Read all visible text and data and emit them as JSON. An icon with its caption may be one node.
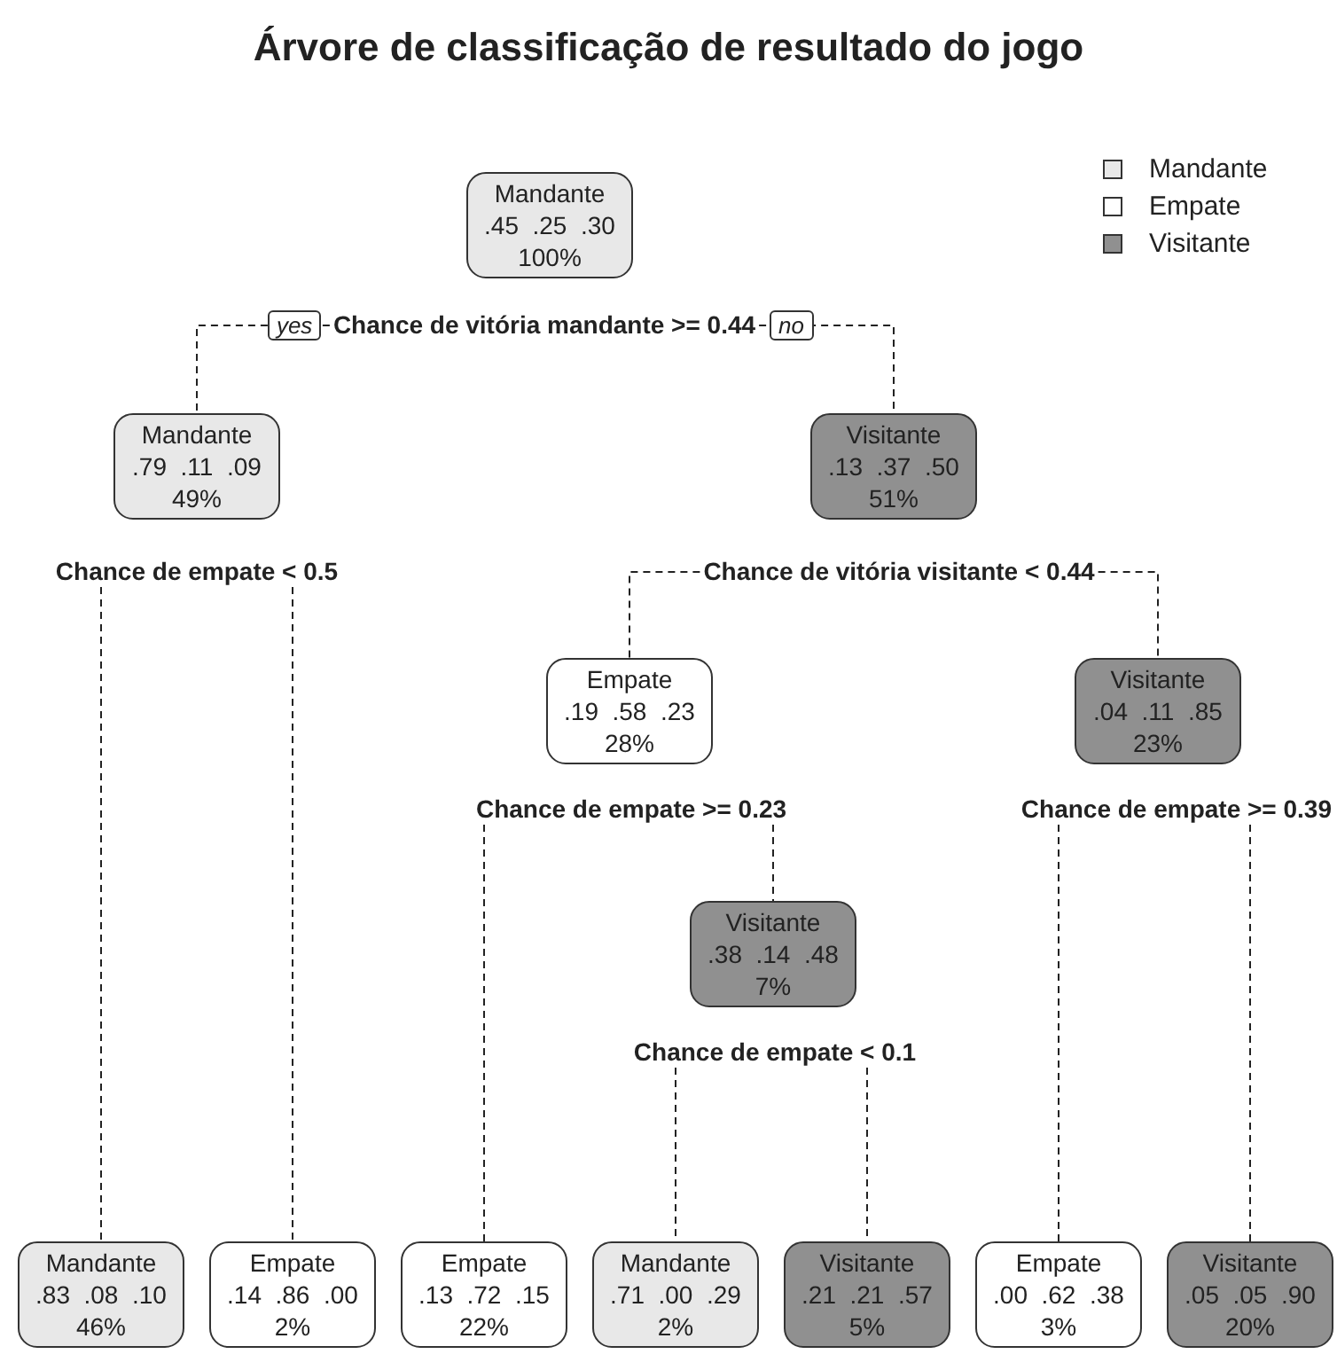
{
  "diagram": {
    "title": "Árvore de classificação de resultado do jogo",
    "nodes": [
      {
        "text": [
          "Mandante",
          ".45  .25  .30",
          "100%"
        ]
      },
      {
        "text": [
          "Chance de vitória mandante >= 0.44"
        ]
      },
      {
        "text": [
          "Mandante",
          ".79  .11  .09",
          "49%"
        ]
      },
      {
        "text": [
          "Visitante",
          ".13  .37  .50",
          "51%"
        ]
      },
      {
        "text": [
          "Chance de empate < 0.5"
        ]
      },
      {
        "text": [
          "Chance de vitória visitante < 0.44"
        ]
      },
      {
        "text": [
          "Empate",
          ".19  .58  .23",
          "28%"
        ]
      },
      {
        "text": [
          "Visitante",
          ".04  .11  .85",
          "23%"
        ]
      },
      {
        "text": [
          "Chance de empate >= 0.23"
        ]
      },
      {
        "text": [
          "Chance de empate >= 0.39"
        ]
      },
      {
        "text": [
          "Visitante",
          ".38  .14  .48",
          "7%"
        ]
      },
      {
        "text": [
          "Chance de empate < 0.1"
        ]
      },
      {
        "text": [
          "Mandante",
          ".83  .08  .10",
          "46%"
        ]
      },
      {
        "text": [
          "Empate",
          ".14  .86  .00",
          "2%"
        ]
      },
      {
        "text": [
          "Empate",
          ".13  .72  .15",
          "22%"
        ]
      },
      {
        "text": [
          "Mandante",
          ".71  .00  .29",
          "2%"
        ]
      },
      {
        "text": [
          "Visitante",
          ".21  .21  .57",
          "5%"
        ]
      },
      {
        "text": [
          "Empate",
          ".00  .62  .38",
          "3%"
        ]
      },
      {
        "text": [
          "Visitante",
          ".05  .05  .90",
          "20%"
        ]
      }
    ],
    "edges": [
      {
        "from": 1,
        "to": 2,
        "arrow": "none",
        "label": "yes",
        "style": "dashed"
      },
      {
        "from": 1,
        "to": 3,
        "arrow": "none",
        "label": "no",
        "style": "dashed"
      },
      {
        "from": 4,
        "to": 12,
        "arrow": "none",
        "style": "dashed"
      },
      {
        "from": 4,
        "to": 13,
        "arrow": "none",
        "style": "dashed"
      },
      {
        "from": 5,
        "to": 6,
        "arrow": "none",
        "style": "dashed"
      },
      {
        "from": 5,
        "to": 7,
        "arrow": "none",
        "style": "dashed"
      },
      {
        "from": 8,
        "to": 14,
        "arrow": "none",
        "style": "dashed"
      },
      {
        "from": 8,
        "to": 10,
        "arrow": "none",
        "style": "dashed"
      },
      {
        "from": 9,
        "to": 17,
        "arrow": "none",
        "style": "dashed"
      },
      {
        "from": 9,
        "to": 18,
        "arrow": "none",
        "style": "dashed"
      },
      {
        "from": 11,
        "to": 15,
        "arrow": "none",
        "style": "dashed"
      },
      {
        "from": 11,
        "to": 16,
        "arrow": "none",
        "style": "dashed"
      }
    ],
    "legend": [
      {
        "text": "Mandante",
        "color": "#e8e8e8"
      },
      {
        "text": "Empate",
        "color": "#ffffff"
      },
      {
        "text": "Visitante",
        "color": "#909090"
      }
    ]
  }
}
